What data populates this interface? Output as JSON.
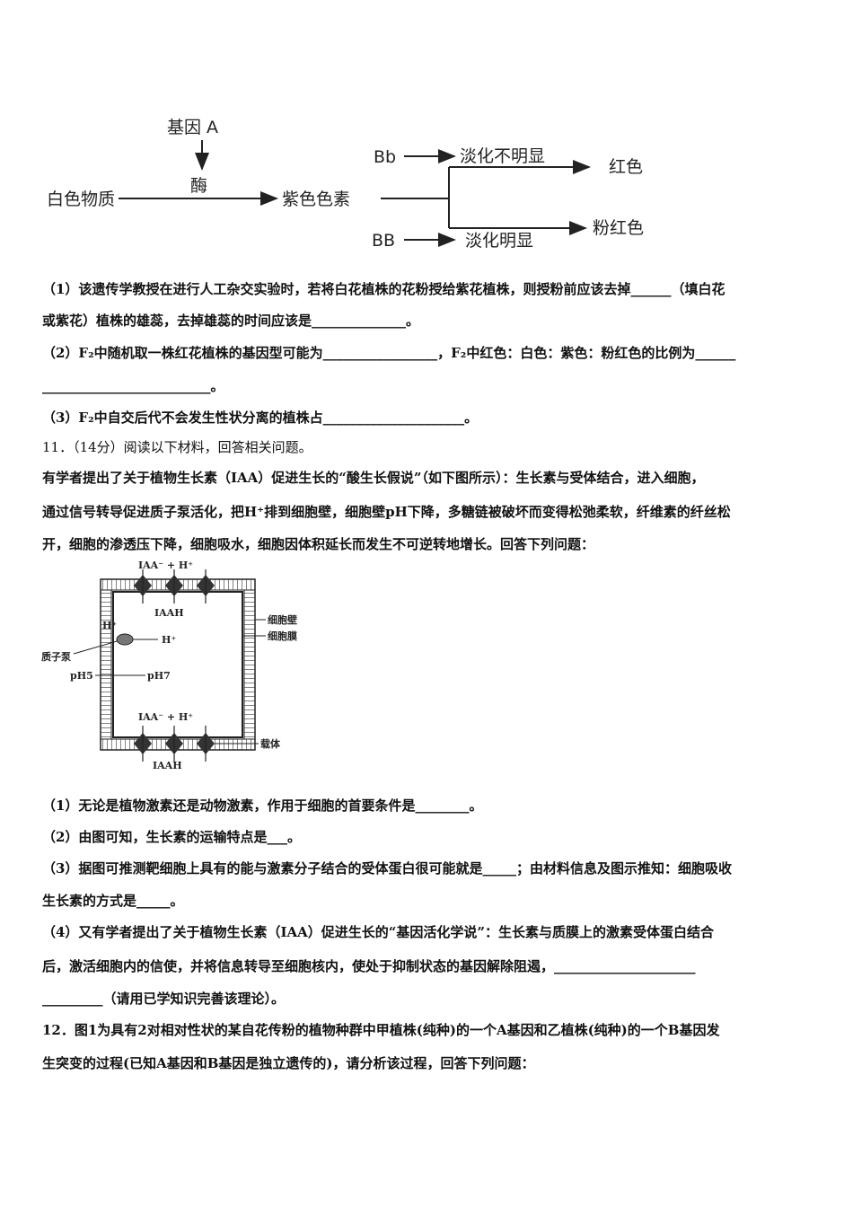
{
  "diagram1": {
    "gene_a": "基因 A",
    "enzyme": "酶",
    "white": "白色物质",
    "purple": "紫色色素",
    "bb_het": "Bb",
    "bb_hom": "BB",
    "fade_weak": "淡化不明显",
    "fade_strong": "淡化明显",
    "red": "红色",
    "pink": "粉红色"
  },
  "q10": {
    "l1": "（1）该遗传学教授在进行人工杂交实验时，若将白花植株的花粉授给紫花植株，则授粉前应该去掉______（填白花",
    "l2": "或紫花）植株的雄蕊，去掉雄蕊的时间应该是______________。",
    "l3": "（2）F₂中随机取一株红花植株的基因型可能为_________________，F₂中红色：白色：紫色：粉红色的比例为______",
    "l4": "_________________________。",
    "l5": "（3）F₂中自交后代不会发生性状分离的植株占_____________________。"
  },
  "q11": {
    "header": "11．（14分）阅读以下材料，回答相关问题。",
    "p1": "有学者提出了关于植物生长素（IAA）促进生长的“酸生长假说”（如下图所示）：生长素与受体结合，进入细胞，",
    "p2": "通过信号转导促进质子泵活化，把H⁺排到细胞壁，细胞壁pH下降，多糖链被破坏而变得松弛柔软，纤维素的纤丝松",
    "p3": "开，细胞的渗透压下降，细胞吸水，细胞因体积延长而发生不可逆转地增长。回答下列问题：",
    "q1": "（1）无论是植物激素还是动物激素，作用于细胞的首要条件是________。",
    "q2": "（2）由图可知，生长素的运输特点是___。",
    "q3a": "（3）据图可推测靶细胞上具有的能与激素分子结合的受体蛋白很可能就是_____；由材料信息及图示推知：细胞吸收",
    "q3b": "生长素的方式是_____。",
    "q4a": "（4）又有学者提出了关于植物生长素（IAA）促进生长的“基因活化学说”：生长素与质膜上的激素受体蛋白结合",
    "q4b": "后，激活细胞内的信使，并将信息转导至细胞核内，使处于抑制状态的基因解除阻遏，_____________________",
    "q4c": "_________（请用已学知识完善该理论）。"
  },
  "diagram2": {
    "iaa_top": "IAA⁻ + H⁺",
    "iaah_top": "IAAH",
    "h_plus_left": "H⁺",
    "h_plus_inner": "H⁺",
    "pump": "质子泵",
    "ph5": "pH5",
    "ph7": "pH7",
    "iaa_bottom": "IAA⁻ + H⁺",
    "iaah_bottom": "IAAH",
    "wall": "细胞壁",
    "membrane": "细胞膜",
    "carrier": "载体"
  },
  "q12": {
    "l1": "12．图1为具有2对相对性状的某自花传粉的植物种群中甲植株(纯种)的一个A基因和乙植株(纯种)的一个B基因发",
    "l2": "生突变的过程(已知A基因和B基因是独立遗传的)，请分析该过程，回答下列问题："
  }
}
